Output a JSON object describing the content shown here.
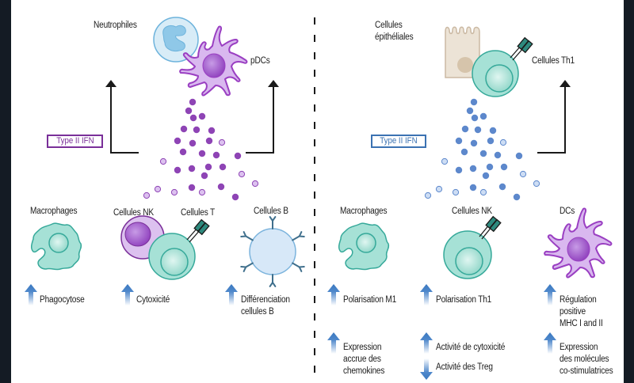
{
  "colors": {
    "purple_dark": "#7a2f99",
    "purple_dot": "#8e44b5",
    "purple_light": "#dcc1ef",
    "purple_cell": "#d9b8ef",
    "purple_outline": "#9a3fc2",
    "blue_dot": "#5d88cc",
    "blue_light": "#cdddf4",
    "blue_label": "#3b72b2",
    "teal_fill": "#a6e1d6",
    "teal_outline": "#36a99a",
    "arrow_blue": "#3a78c0",
    "neutrophil_fill": "#d8ecf7",
    "neutrophil_outline": "#6db3dc",
    "epithelial_fill": "#ece3d6",
    "epithelial_outline": "#cbb9a3",
    "bcell_fill": "#d7e8f8",
    "bcell_outline": "#7cb4dd",
    "black": "#1a1a1a"
  },
  "left_panel": {
    "ifn_label": "Type II IFN",
    "top": {
      "neutrophiles": "Neutrophiles",
      "pdcs": "pDCs"
    },
    "targets": [
      {
        "cell": "Macrophages",
        "effects": [
          {
            "direction": "up",
            "text": "Phagocytose"
          }
        ]
      },
      {
        "cell": "Cellules NK",
        "cell2": "Cellules T",
        "effects": [
          {
            "direction": "up",
            "text": "Cytoxicité"
          }
        ]
      },
      {
        "cell": "Cellules B",
        "effects": [
          {
            "direction": "up",
            "text": "Différenciation\ncellules B",
            "line1": "Différenciation",
            "line2": "cellules B"
          }
        ]
      }
    ]
  },
  "right_panel": {
    "ifn_label": "Type II IFN",
    "top": {
      "epitheliales_line1": "Cellules",
      "epitheliales_line2": "épithéliales",
      "th1": "Cellules Th1"
    },
    "targets": [
      {
        "cell": "Macrophages",
        "effects": [
          {
            "direction": "up",
            "text": "Polarisation M1"
          },
          {
            "direction": "up",
            "line1": "Expression",
            "line2": "accrue des",
            "line3": "chemokines"
          }
        ]
      },
      {
        "cell": "Cellules NK",
        "effects": [
          {
            "direction": "up",
            "text": "Polarisation Th1"
          },
          {
            "direction": "up",
            "text": "Activité de cytoxicité"
          },
          {
            "direction": "down",
            "text": "Activité des Treg"
          }
        ]
      },
      {
        "cell": "DCs",
        "effects": [
          {
            "direction": "up",
            "line1": "Régulation",
            "line2": "positive",
            "line3": "MHC I and II"
          },
          {
            "direction": "up",
            "line1": "Expression",
            "line2": "des molécules",
            "line3": "co-stimulatrices"
          }
        ]
      }
    ]
  }
}
